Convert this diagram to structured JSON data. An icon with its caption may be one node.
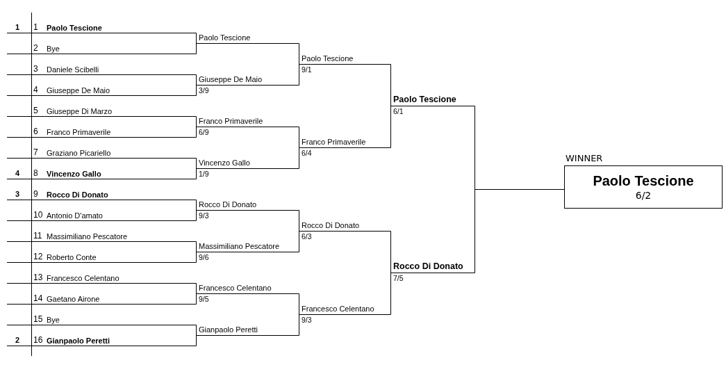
{
  "diagram": {
    "nodes": [
      {
        "text": [
          "1",
          "Paolo Tescione"
        ],
        "beside": [
          "1"
        ]
      },
      {
        "text": [
          "2",
          "Bye"
        ]
      },
      {
        "text": [
          "3",
          "Daniele Scibelli"
        ]
      },
      {
        "text": [
          "4",
          "Giuseppe De Maio"
        ]
      },
      {
        "text": [
          "5",
          "Giuseppe Di Marzo"
        ]
      },
      {
        "text": [
          "6",
          "Franco Primaverile"
        ]
      },
      {
        "text": [
          "7",
          "Graziano Picariello"
        ]
      },
      {
        "text": [
          "8",
          "Vincenzo Gallo"
        ],
        "beside": [
          "4"
        ]
      },
      {
        "text": [
          "9",
          "Rocco Di Donato"
        ],
        "beside": [
          "3"
        ]
      },
      {
        "text": [
          "10",
          "Antonio D'amato"
        ]
      },
      {
        "text": [
          "11",
          "Massimiliano Pescatore"
        ]
      },
      {
        "text": [
          "12",
          "Roberto Conte"
        ]
      },
      {
        "text": [
          "13",
          "Francesco Celentano"
        ]
      },
      {
        "text": [
          "14",
          "Gaetano Airone"
        ]
      },
      {
        "text": [
          "15",
          "Bye"
        ]
      },
      {
        "text": [
          "16",
          "Gianpaolo Peretti"
        ],
        "beside": [
          "2"
        ]
      },
      {
        "text": [
          "Paolo Tescione"
        ]
      },
      {
        "text": [
          "Giuseppe De Maio",
          "3/9"
        ]
      },
      {
        "text": [
          "Franco Primaverile",
          "6/9"
        ]
      },
      {
        "text": [
          "Vincenzo Gallo",
          "1/9"
        ]
      },
      {
        "text": [
          "Rocco Di Donato",
          "9/3"
        ]
      },
      {
        "text": [
          "Massimiliano Pescatore",
          "9/6"
        ]
      },
      {
        "text": [
          "Francesco Celentano",
          "9/5"
        ]
      },
      {
        "text": [
          "Gianpaolo Peretti"
        ]
      },
      {
        "text": [
          "Paolo Tescione",
          "9/1"
        ]
      },
      {
        "text": [
          "Franco Primaverile",
          "6/4"
        ]
      },
      {
        "text": [
          "Rocco Di Donato",
          "6/3"
        ]
      },
      {
        "text": [
          "Francesco Celentano",
          "9/3"
        ]
      },
      {
        "text": [
          "Paolo Tescione",
          "6/1"
        ]
      },
      {
        "text": [
          "Rocco Di Donato",
          "7/5"
        ]
      },
      {
        "text": [
          "Paolo Tescione",
          "6/2"
        ],
        "beside": [
          "WINNER"
        ]
      }
    ],
    "edges": [
      {
        "from": 0,
        "to": 16,
        "arrow": "none"
      },
      {
        "from": 1,
        "to": 16,
        "arrow": "none"
      },
      {
        "from": 2,
        "to": 17,
        "arrow": "none"
      },
      {
        "from": 3,
        "to": 17,
        "arrow": "none"
      },
      {
        "from": 4,
        "to": 18,
        "arrow": "none"
      },
      {
        "from": 5,
        "to": 18,
        "arrow": "none"
      },
      {
        "from": 6,
        "to": 19,
        "arrow": "none"
      },
      {
        "from": 7,
        "to": 19,
        "arrow": "none"
      },
      {
        "from": 8,
        "to": 20,
        "arrow": "none"
      },
      {
        "from": 9,
        "to": 20,
        "arrow": "none"
      },
      {
        "from": 10,
        "to": 21,
        "arrow": "none"
      },
      {
        "from": 11,
        "to": 21,
        "arrow": "none"
      },
      {
        "from": 12,
        "to": 22,
        "arrow": "none"
      },
      {
        "from": 13,
        "to": 22,
        "arrow": "none"
      },
      {
        "from": 14,
        "to": 23,
        "arrow": "none"
      },
      {
        "from": 15,
        "to": 23,
        "arrow": "none"
      },
      {
        "from": 16,
        "to": 24,
        "arrow": "none"
      },
      {
        "from": 17,
        "to": 24,
        "arrow": "none"
      },
      {
        "from": 18,
        "to": 25,
        "arrow": "none"
      },
      {
        "from": 19,
        "to": 25,
        "arrow": "none"
      },
      {
        "from": 20,
        "to": 26,
        "arrow": "none"
      },
      {
        "from": 21,
        "to": 26,
        "arrow": "none"
      },
      {
        "from": 22,
        "to": 27,
        "arrow": "none"
      },
      {
        "from": 23,
        "to": 27,
        "arrow": "none"
      },
      {
        "from": 24,
        "to": 28,
        "arrow": "none"
      },
      {
        "from": 25,
        "to": 28,
        "arrow": "none"
      },
      {
        "from": 26,
        "to": 29,
        "arrow": "none"
      },
      {
        "from": 27,
        "to": 29,
        "arrow": "none"
      },
      {
        "from": 28,
        "to": 30,
        "arrow": "none"
      },
      {
        "from": 29,
        "to": 30,
        "arrow": "none"
      }
    ]
  }
}
